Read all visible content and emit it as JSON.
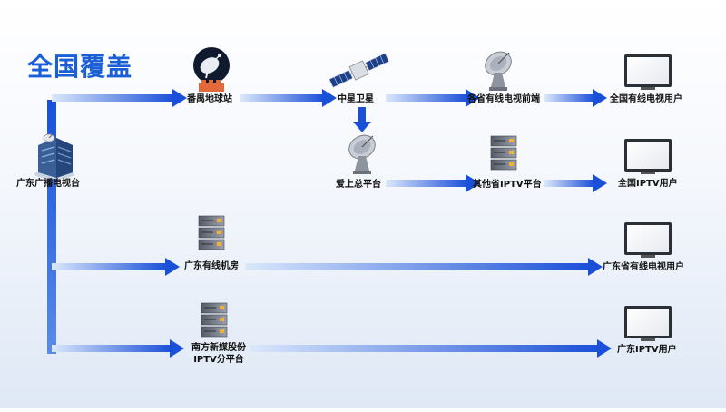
{
  "title": "全国覆盖",
  "nodes": {
    "source": "广东广播电视台",
    "panyu": "番禺地球站",
    "zhongxing": "中星卫星",
    "aishang": "爱上总平台",
    "provinces_cable": "各省有线电视前端",
    "other_iptv": "其他省IPTV平台",
    "gd_cable_room": "广东有线机房",
    "nanfang_line1": "南方新媒股份",
    "nanfang_line2": "IPTV分平台",
    "national_cable_users": "全国有线电视用户",
    "national_iptv_users": "全国IPTV用户",
    "gd_cable_users": "广东省有线电视用户",
    "gd_iptv_users": "广东IPTV用户"
  },
  "colors": {
    "arrow_dark": "#1a4fd8",
    "arrow_light": "#d6e6fb",
    "title": "#1a5fd6"
  }
}
